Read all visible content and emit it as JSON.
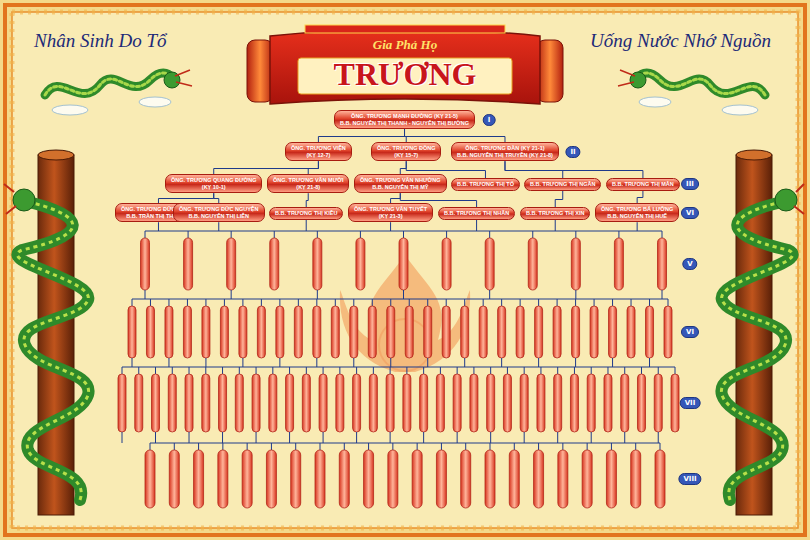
{
  "diagram": {
    "title": "Gia Phả Họ",
    "nodes": [
      {
        "text": [
          "ÔNG. TRƯƠNG MẠNH ĐƯỜNG (KỴ 21-5)",
          "B.B. NGUYỄN THỊ THANH - NGUYỄN THỊ BƯỜNG"
        ]
      },
      {
        "text": [
          "ÔNG. TRƯƠNG VIỆN",
          "(KỴ 12-7)"
        ]
      },
      {
        "text": [
          "ÔNG. TRƯƠNG ĐỒNG",
          "(KỴ 15-7)"
        ]
      },
      {
        "text": [
          "ÔNG. TRƯƠNG ĐÀN (KỴ 21-1)",
          "B.B. NGUYỄN THỊ TRUYỀN (KỴ 21-8)"
        ]
      },
      {
        "text": [
          "ÔNG. TRƯƠNG QUANG ĐƯỜNG",
          "(KỴ 10-1)"
        ]
      },
      {
        "text": [
          "ÔNG. TRƯƠNG VĂN MƯỜI",
          "(KỴ 21-8)"
        ]
      },
      {
        "text": [
          "ÔNG. TRƯƠNG VĂN NHƯỜNG",
          "B.B. NGUYỄN THỊ MỸ"
        ]
      },
      {
        "text": [
          "B.B. TRƯƠNG THỊ TỐ"
        ]
      },
      {
        "text": [
          "B.B. TRƯƠNG THỊ NGÂN"
        ]
      },
      {
        "text": [
          "B.B. TRƯƠNG THỊ MẪN"
        ]
      },
      {
        "text": [
          "ÔNG. TRƯƠNG ĐỨC QUYẾT",
          "B.B. TRẦN THỊ THƯỜNG"
        ]
      },
      {
        "text": [
          "ÔNG. TRƯƠNG ĐỨC NGUYỆN",
          "B.B. NGUYỄN THỊ LIÊN"
        ]
      },
      {
        "text": [
          "B.B. TRƯƠNG THỊ KIỀU"
        ]
      },
      {
        "text": [
          "ÔNG. TRƯƠNG VĂN TUYẾT",
          "(KỴ 21-3)"
        ]
      },
      {
        "text": [
          "B.B. TRƯƠNG THỊ NHÂN"
        ]
      },
      {
        "text": [
          "B.B. TRƯƠNG THỊ XIN"
        ]
      },
      {
        "text": [
          "ÔNG. TRƯƠNG BÁ LƯỠNG",
          "B.B. NGUYỄN THỊ HUẾ"
        ]
      }
    ],
    "edges": [
      {
        "from": 0,
        "to": 1,
        "arrow": "none"
      },
      {
        "from": 0,
        "to": 2,
        "arrow": "none"
      },
      {
        "from": 0,
        "to": 3,
        "arrow": "none"
      },
      {
        "from": 1,
        "to": 4,
        "arrow": "none"
      },
      {
        "from": 1,
        "to": 5,
        "arrow": "none"
      },
      {
        "from": 2,
        "to": 6,
        "arrow": "none"
      },
      {
        "from": 2,
        "to": 7,
        "arrow": "none"
      },
      {
        "from": 3,
        "to": 8,
        "arrow": "none"
      },
      {
        "from": 3,
        "to": 9,
        "arrow": "none"
      },
      {
        "from": 4,
        "to": 10,
        "arrow": "none"
      },
      {
        "from": 4,
        "to": 11,
        "arrow": "none"
      },
      {
        "from": 5,
        "to": 12,
        "arrow": "none"
      },
      {
        "from": 6,
        "to": 13,
        "arrow": "none"
      },
      {
        "from": 6,
        "to": 14,
        "arrow": "none"
      },
      {
        "from": 8,
        "to": 15,
        "arrow": "none"
      },
      {
        "from": 9,
        "to": 16,
        "arrow": "none"
      }
    ],
    "labels": [
      "Nhân Sinh Do Tổ",
      "Uống Nước Nhớ Nguồn",
      "TRƯƠNG",
      "I",
      "II",
      "III",
      "VI",
      "V",
      "VI",
      "VII",
      "VIII"
    ]
  }
}
